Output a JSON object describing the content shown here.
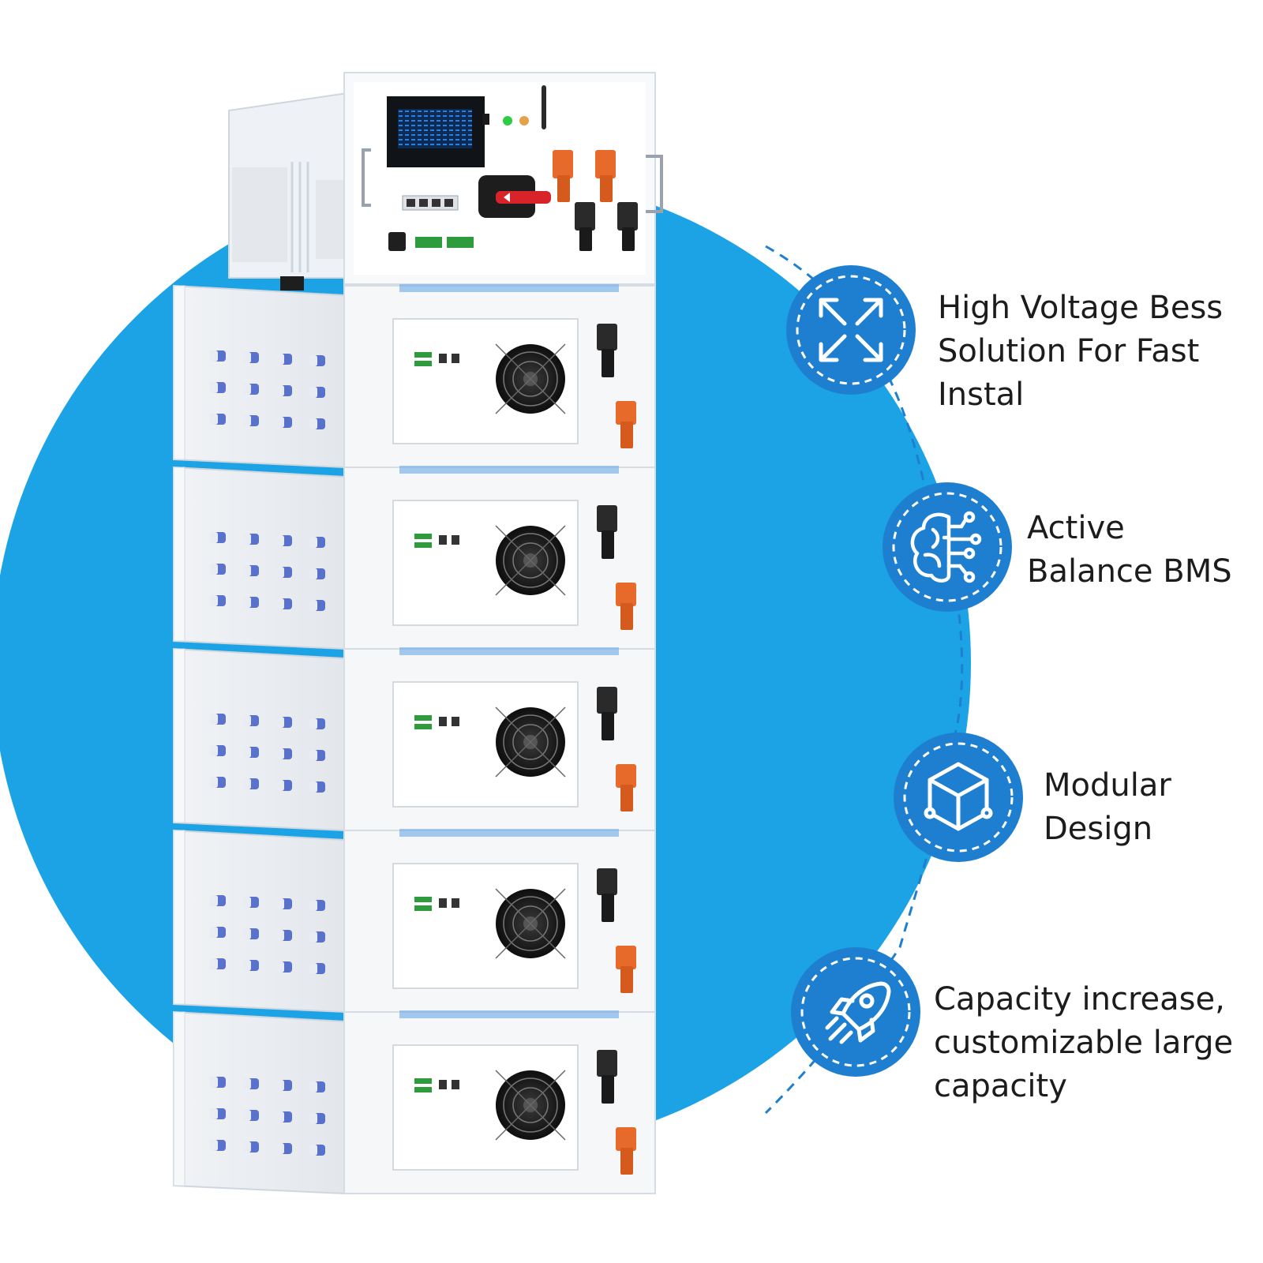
{
  "colors": {
    "accent_blue": "#1ba3e6",
    "badge_blue": "#1e7fd0",
    "cabinet_white": "#f6f7f9",
    "connector_orange": "#e86a2a",
    "connector_black": "#2a2a2a",
    "status_green": "#2ecc40",
    "status_amber": "#e3a24a",
    "terminal_green": "#2e9b3c"
  },
  "features": [
    {
      "icon": "expand-arrows-icon",
      "text": "High Voltage Bess\nSolution For Fast\n Instal"
    },
    {
      "icon": "brain-circuit-icon",
      "text": "Active\nBalance BMS"
    },
    {
      "icon": "cube-icon",
      "text": "Modular\nDesign"
    },
    {
      "icon": "rocket-icon",
      "text": "Capacity increase,\ncustomizable large\n capacity"
    }
  ],
  "product": {
    "icon": "battery-cabinet-icon",
    "battery_module_count": 5
  }
}
